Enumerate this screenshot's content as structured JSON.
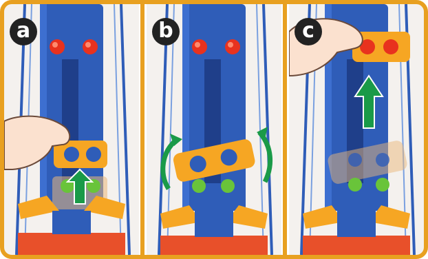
{
  "panels": [
    {
      "label": "a",
      "step": "push-up"
    },
    {
      "label": "b",
      "step": "rotate"
    },
    {
      "label": "c",
      "step": "lift-up"
    }
  ],
  "colors": {
    "frame": "#e8a020",
    "tower": "#2f5db8",
    "tower_shadow": "#1f3f8a",
    "slider": "#f6a623",
    "red_light": "#e8321e",
    "green_light": "#69c43a",
    "arrow": "#1a9a48",
    "base": "#e8502a",
    "skin": "#fbe1cf",
    "ghost": "#e9b77a"
  },
  "icons": [
    "hand-icon",
    "up-arrow-icon",
    "rotate-arrow-icon"
  ]
}
